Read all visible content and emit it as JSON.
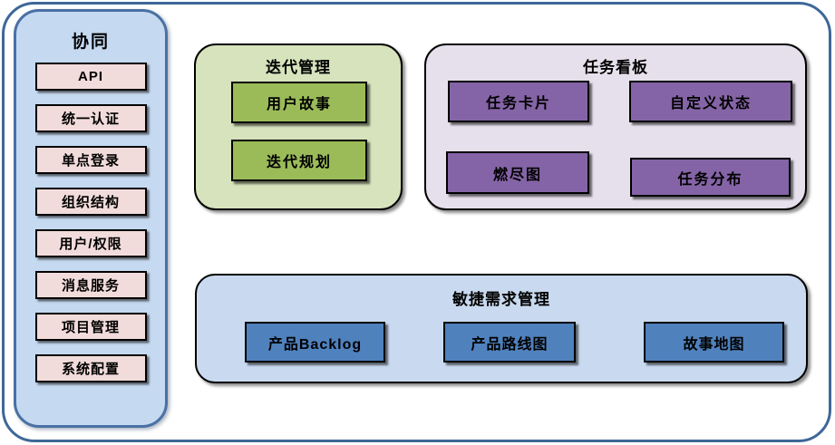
{
  "colors": {
    "frame_border": "#3e6798",
    "sidebar_fill": "#c5d9f1",
    "sidebar_border": "#4a70a5",
    "sidebar_item_fill": "#f2dcdb",
    "iteration_fill": "#d6e3bc",
    "iteration_item_fill": "#9bbb59",
    "kanban_fill": "#e6e0ec",
    "kanban_item_fill": "#8464a6",
    "agile_fill": "#c9daf0",
    "agile_item_fill": "#4f81bd",
    "text": "#000000"
  },
  "sidebar": {
    "title": "协同",
    "items": [
      {
        "label": "API"
      },
      {
        "label": "统一认证"
      },
      {
        "label": "单点登录"
      },
      {
        "label": "组织结构"
      },
      {
        "label": "用户/权限"
      },
      {
        "label": "消息服务"
      },
      {
        "label": "项目管理"
      },
      {
        "label": "系统配置"
      }
    ]
  },
  "groups": {
    "iteration": {
      "title": "迭代管理",
      "items": [
        {
          "label": "用户故事"
        },
        {
          "label": "迭代规划"
        }
      ]
    },
    "kanban": {
      "title": "任务看板",
      "items": [
        {
          "label": "任务卡片"
        },
        {
          "label": "自定义状态"
        },
        {
          "label": "燃尽图"
        },
        {
          "label": "任务分布"
        }
      ]
    },
    "agile": {
      "title": "敏捷需求管理",
      "items": [
        {
          "label": "产品Backlog"
        },
        {
          "label": "产品路线图"
        },
        {
          "label": "故事地图"
        }
      ]
    }
  }
}
